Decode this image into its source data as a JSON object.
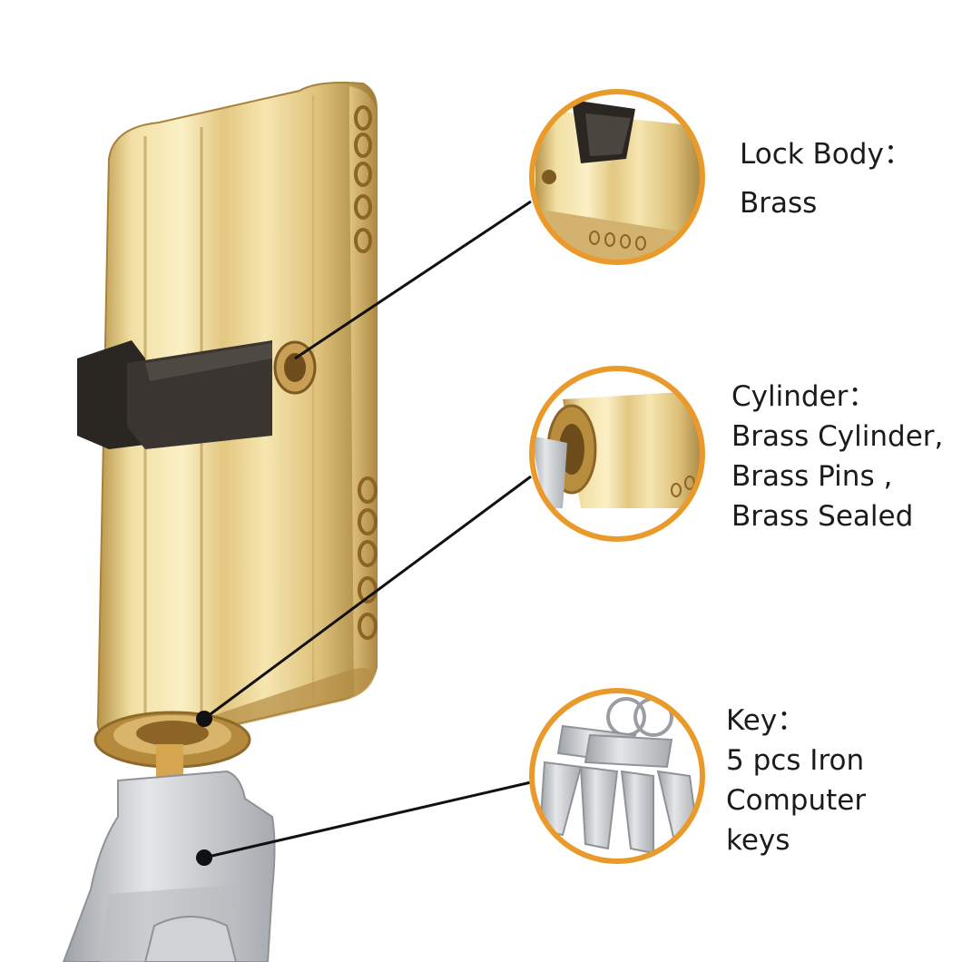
{
  "colors": {
    "brass_light": "#f3e2a6",
    "brass_mid": "#d9b86b",
    "brass_dark": "#a8823a",
    "key_steel": "#c9cbce",
    "cam_black": "#2a2622",
    "ring_orange": "#ea9a2a",
    "leader_line": "#111111"
  },
  "callouts": [
    {
      "id": "lock-body",
      "lines": [
        "Lock Body：",
        "Brass"
      ],
      "icon": "lock-body-detail-icon"
    },
    {
      "id": "cylinder",
      "lines": [
        "Cylinder：",
        "Brass Cylinder,",
        "Brass Pins ,",
        "Brass Sealed"
      ],
      "icon": "cylinder-detail-icon"
    },
    {
      "id": "key",
      "lines": [
        "Key：",
        "5 pcs Iron",
        "Computer",
        "keys"
      ],
      "icon": "key-bunch-detail-icon"
    }
  ]
}
